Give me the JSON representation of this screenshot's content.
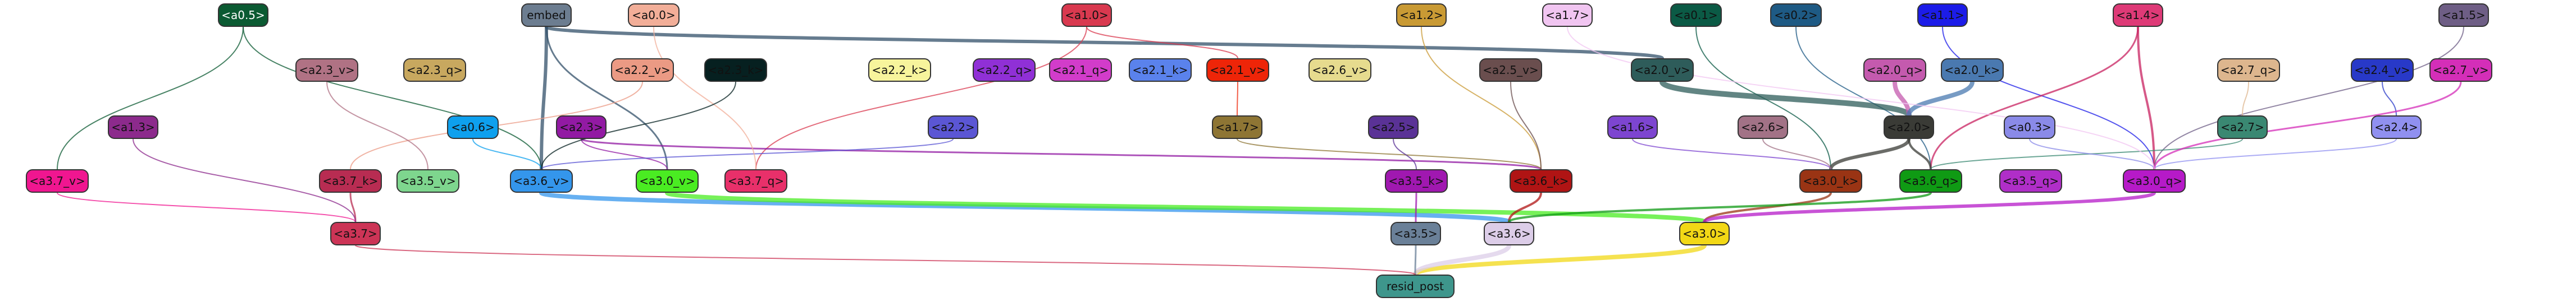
{
  "diagram": {
    "nodes": [
      {
        "id": "a0_5",
        "label": "<a0.5>",
        "color": "#0b5a32",
        "text": "#ffffff"
      },
      {
        "id": "embed",
        "label": "embed",
        "color": "#6c7d90",
        "text": "#111111"
      },
      {
        "id": "a0_0",
        "label": "<a0.0>",
        "color": "#f2ae98",
        "text": "#111111"
      },
      {
        "id": "a1_0",
        "label": "<a1.0>",
        "color": "#d9394f",
        "text": "#111111"
      },
      {
        "id": "a1_2",
        "label": "<a1.2>",
        "color": "#c99a34",
        "text": "#111111"
      },
      {
        "id": "a1_7",
        "label": "<a1.7>",
        "color": "#f1c5f1",
        "text": "#111111"
      },
      {
        "id": "a0_1",
        "label": "<a0.1>",
        "color": "#0b5a45",
        "text": "#111111"
      },
      {
        "id": "a0_2",
        "label": "<a0.2>",
        "color": "#1e5a84",
        "text": "#111111"
      },
      {
        "id": "a1_1",
        "label": "<a1.1>",
        "color": "#1c1ce8",
        "text": "#111111"
      },
      {
        "id": "a1_4",
        "label": "<a1.4>",
        "color": "#de3a77",
        "text": "#111111"
      },
      {
        "id": "a1_5",
        "label": "<a1.5>",
        "color": "#6e5e85",
        "text": "#111111"
      },
      {
        "id": "a2_3_v",
        "label": "<a2.3_v>",
        "color": "#b07284",
        "text": "#111111"
      },
      {
        "id": "a2_3_q",
        "label": "<a2.3_q>",
        "color": "#c8a85f",
        "text": "#111111"
      },
      {
        "id": "a2_2_v",
        "label": "<a2.2_v>",
        "color": "#eb9a84",
        "text": "#111111"
      },
      {
        "id": "a2_3_k",
        "label": "<a2.3_k>",
        "color": "#062020",
        "text": "#111111"
      },
      {
        "id": "a2_2_k",
        "label": "<a2.2_k>",
        "color": "#f7f49c",
        "text": "#111111"
      },
      {
        "id": "a2_2_q",
        "label": "<a2.2_q>",
        "color": "#9030d6",
        "text": "#111111"
      },
      {
        "id": "a2_1_q",
        "label": "<a2.1_q>",
        "color": "#d23cca",
        "text": "#111111"
      },
      {
        "id": "a2_1_k",
        "label": "<a2.1_k>",
        "color": "#5a82ec",
        "text": "#111111"
      },
      {
        "id": "a2_1_v",
        "label": "<a2.1_v>",
        "color": "#ee2508",
        "text": "#111111"
      },
      {
        "id": "a2_6_v",
        "label": "<a2.6_v>",
        "color": "#e6db8e",
        "text": "#111111"
      },
      {
        "id": "a2_5_v",
        "label": "<a2.5_v>",
        "color": "#6a4e4e",
        "text": "#111111"
      },
      {
        "id": "a2_0_v",
        "label": "<a2.0_v>",
        "color": "#2e5c5a",
        "text": "#111111"
      },
      {
        "id": "a2_0_q",
        "label": "<a2.0_q>",
        "color": "#c45aae",
        "text": "#111111"
      },
      {
        "id": "a2_0_k",
        "label": "<a2.0_k>",
        "color": "#4a79b0",
        "text": "#111111"
      },
      {
        "id": "a2_7_q",
        "label": "<a2.7_q>",
        "color": "#ddb68e",
        "text": "#111111"
      },
      {
        "id": "a2_4_v",
        "label": "<a2.4_v>",
        "color": "#2839c8",
        "text": "#111111"
      },
      {
        "id": "a2_7_v",
        "label": "<a2.7_v>",
        "color": "#d42eb8",
        "text": "#111111"
      },
      {
        "id": "a1_3",
        "label": "<a1.3>",
        "color": "#8c2a8c",
        "text": "#111111"
      },
      {
        "id": "a0_6",
        "label": "<a0.6>",
        "color": "#0ea0ee",
        "text": "#111111"
      },
      {
        "id": "a2_3",
        "label": "<a2.3>",
        "color": "#921aa3",
        "text": "#111111"
      },
      {
        "id": "a2_2",
        "label": "<a2.2>",
        "color": "#5b56d4",
        "text": "#111111"
      },
      {
        "id": "a1_7b",
        "label": "<a1.7>",
        "color": "#8e7534",
        "text": "#111111"
      },
      {
        "id": "a2_5",
        "label": "<a2.5>",
        "color": "#5a3296",
        "text": "#111111"
      },
      {
        "id": "a1_6",
        "label": "<a1.6>",
        "color": "#7d45d0",
        "text": "#111111"
      },
      {
        "id": "a2_6",
        "label": "<a2.6>",
        "color": "#a27286",
        "text": "#111111"
      },
      {
        "id": "a2_0",
        "label": "<a2.0>",
        "color": "#3a3b36",
        "text": "#111111"
      },
      {
        "id": "a0_3",
        "label": "<a0.3>",
        "color": "#8a8ae8",
        "text": "#111111"
      },
      {
        "id": "a2_7",
        "label": "<a2.7>",
        "color": "#3a8872",
        "text": "#111111"
      },
      {
        "id": "a2_4",
        "label": "<a2.4>",
        "color": "#9090f0",
        "text": "#111111"
      },
      {
        "id": "a3_7_v",
        "label": "<a3.7_v>",
        "color": "#f01690",
        "text": "#111111"
      },
      {
        "id": "a3_7_k",
        "label": "<a3.7_k>",
        "color": "#b82c52",
        "text": "#111111"
      },
      {
        "id": "a3_5_v",
        "label": "<a3.5_v>",
        "color": "#7ed68e",
        "text": "#111111"
      },
      {
        "id": "a3_6_v",
        "label": "<a3.6_v>",
        "color": "#3496ec",
        "text": "#111111"
      },
      {
        "id": "a3_0_v",
        "label": "<a3.0_v>",
        "color": "#4aec22",
        "text": "#111111"
      },
      {
        "id": "a3_7_q",
        "label": "<a3.7_q>",
        "color": "#e8306a",
        "text": "#111111"
      },
      {
        "id": "a3_5_k",
        "label": "<a3.5_k>",
        "color": "#a018b0",
        "text": "#111111"
      },
      {
        "id": "a3_6_k",
        "label": "<a3.6_k>",
        "color": "#b01414",
        "text": "#111111"
      },
      {
        "id": "a3_0_k",
        "label": "<a3.0_k>",
        "color": "#9a3414",
        "text": "#111111"
      },
      {
        "id": "a3_6_q",
        "label": "<a3.6_q>",
        "color": "#0f9a14",
        "text": "#111111"
      },
      {
        "id": "a3_5_q",
        "label": "<a3.5_q>",
        "color": "#b02ec8",
        "text": "#111111"
      },
      {
        "id": "a3_0_q",
        "label": "<a3.0_q>",
        "color": "#b61ac8",
        "text": "#111111"
      },
      {
        "id": "a3_7",
        "label": "<a3.7>",
        "color": "#cc3456",
        "text": "#111111"
      },
      {
        "id": "a3_5",
        "label": "<a3.5>",
        "color": "#6a8098",
        "text": "#111111"
      },
      {
        "id": "a3_6",
        "label": "<a3.6>",
        "color": "#dccde8",
        "text": "#111111"
      },
      {
        "id": "a3_0",
        "label": "<a3.0>",
        "color": "#f2d816",
        "text": "#111111"
      },
      {
        "id": "resid_post",
        "label": "resid_post",
        "color": "#3e968c",
        "text": "#111111"
      }
    ]
  }
}
